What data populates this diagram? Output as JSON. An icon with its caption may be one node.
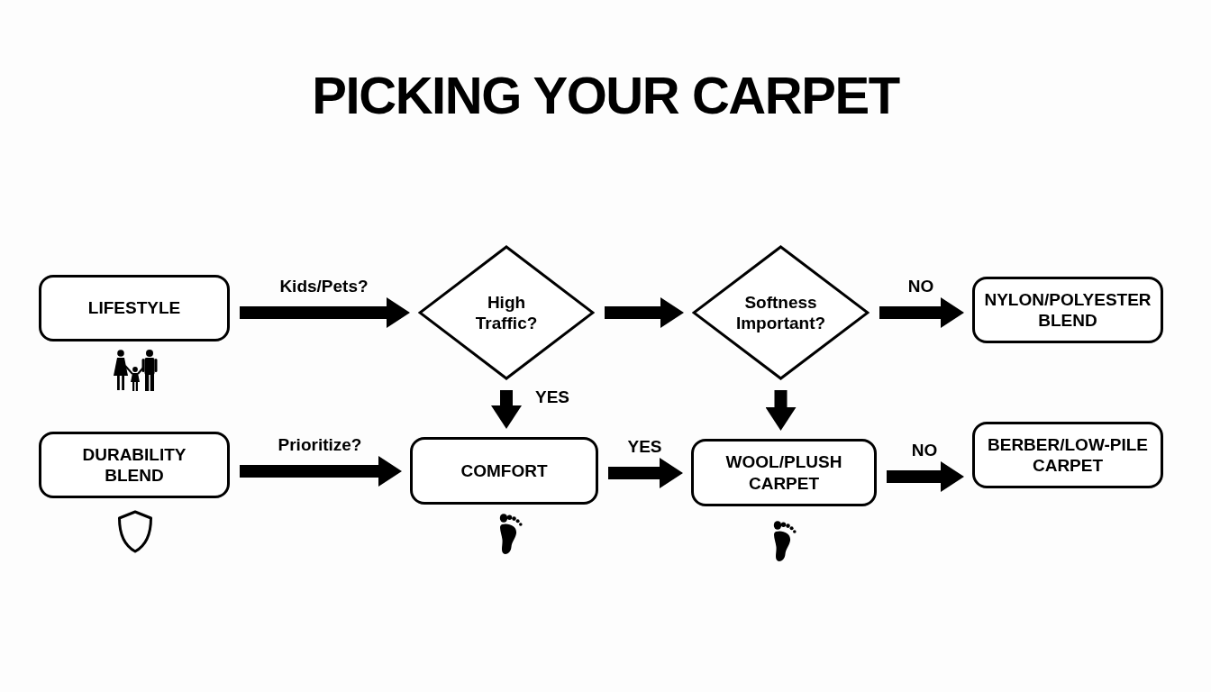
{
  "diagram": {
    "title": "PICKING YOUR CARPET",
    "nodes": [
      {
        "text": [
          "LIFESTYLE"
        ]
      },
      {
        "text": [
          "High Traffic?"
        ]
      },
      {
        "text": [
          "Softness Important?"
        ]
      },
      {
        "text": [
          "NYLON/POLYESTER BLEND"
        ]
      },
      {
        "text": [
          "DURABILITY BLEND"
        ]
      },
      {
        "text": [
          "COMFORT"
        ]
      },
      {
        "text": [
          "WOOL/PLUSH CARPET"
        ]
      },
      {
        "text": [
          "BERBER/LOW-PILE CARPET"
        ]
      }
    ],
    "edges": [
      {
        "from": 0,
        "to": 1,
        "arrow": "to",
        "label": "Kids/Pets?"
      },
      {
        "from": 1,
        "to": 2,
        "arrow": "to"
      },
      {
        "from": 2,
        "to": 3,
        "arrow": "to",
        "label": "NO"
      },
      {
        "from": 1,
        "to": 5,
        "arrow": "to",
        "label": "YES"
      },
      {
        "from": 2,
        "to": 6,
        "arrow": "to"
      },
      {
        "from": 4,
        "to": 5,
        "arrow": "to",
        "label": "Prioritize?"
      },
      {
        "from": 5,
        "to": 6,
        "arrow": "to",
        "label": "YES"
      },
      {
        "from": 6,
        "to": 7,
        "arrow": "to",
        "label": "NO"
      }
    ]
  }
}
